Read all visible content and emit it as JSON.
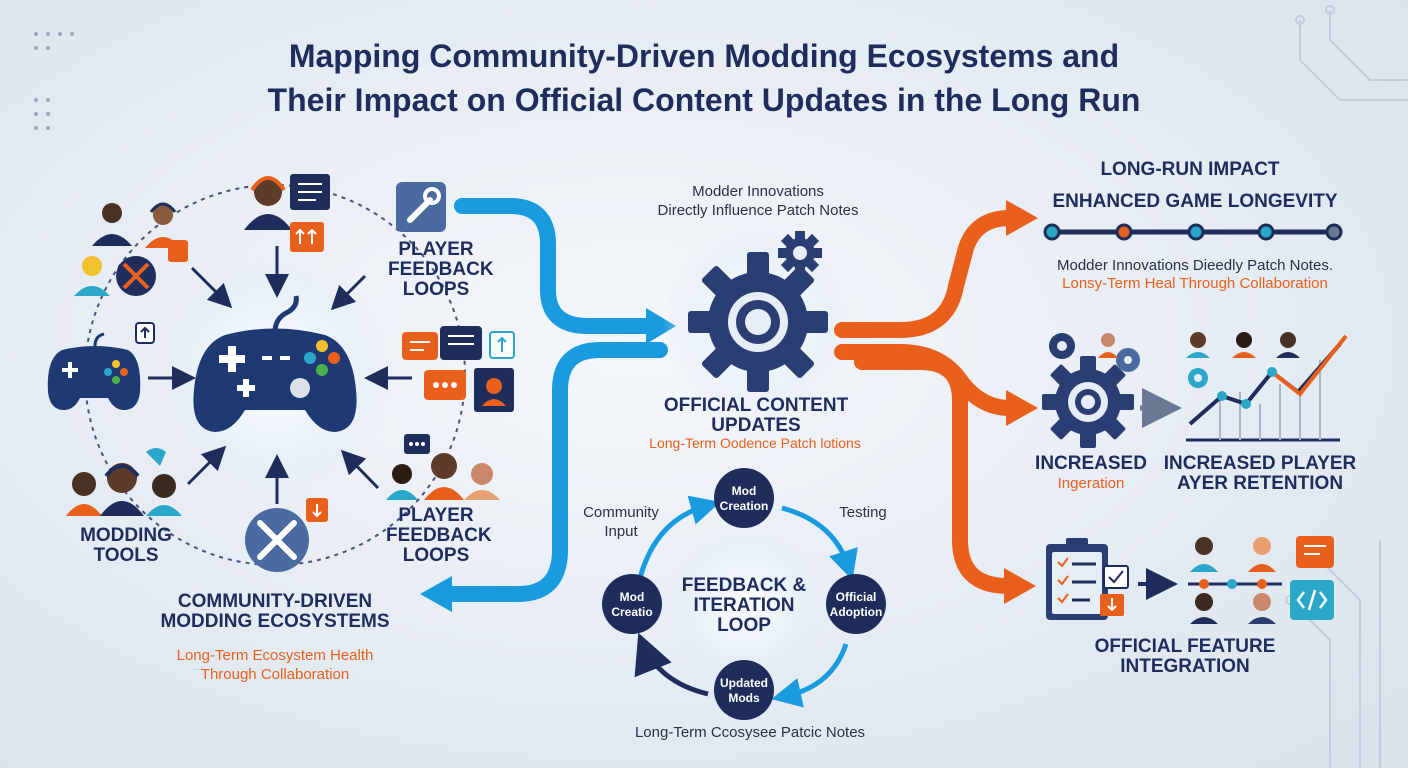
{
  "title_line1": "Mapping Community-Driven Modding Ecosystems and",
  "title_line2": "Their Impact on Official Content Updates in the Long Run",
  "left": {
    "feedback_top": [
      "PLAYER",
      "FEEDBACK",
      "LOOPS"
    ],
    "feedback_bottom": [
      "PLAYER",
      "FEEDBACK",
      "LOOPS"
    ],
    "modding_tools": [
      "MODDING",
      "TOOLS"
    ],
    "ecosystem_title": [
      "COMMUNITY-DRIVEN",
      "MODDING ECOSYSTEMS"
    ],
    "ecosystem_sub": [
      "Long-Term Ecosystem Health",
      "Through Collaboration"
    ]
  },
  "center": {
    "innovations": [
      "Modder Innovations",
      "Directly Influence Patch Notes"
    ],
    "official_title": [
      "OFFICIAL CONTENT",
      "UPDATES"
    ],
    "official_sub": "Long-Term Oodence Patch lotions",
    "loop_title": [
      "FEEDBACK &",
      "ITERATION",
      "LOOP"
    ],
    "community_input": [
      "Community",
      "Input"
    ],
    "testing": "Testing",
    "bottom_note": "Long-Term Ccosysee Patcic Notes",
    "nodes": {
      "top": [
        "Mod",
        "Creation"
      ],
      "left": [
        "Mod",
        "Creatio"
      ],
      "right": [
        "Official",
        "Adoption"
      ],
      "bottom": [
        "Updated",
        "Mods"
      ]
    }
  },
  "right": {
    "impact_title": "LONG-RUN IMPACT",
    "longevity": "ENHANCED GAME LONGEVITY",
    "longevity_note": "Modder Innovations Dieedly Patch Notes.",
    "longevity_sub": "Lonsy-Term Heal Through Collaboration",
    "integration_title": "INCREASED",
    "integration_sub": "Ingeration",
    "retention": [
      "INCREASED PLAYER",
      "AYER RETENTION"
    ],
    "feature": [
      "OFFICIAL FEATURE",
      "INTEGRATION"
    ]
  },
  "colors": {
    "navy": "#1f2d5c",
    "blue": "#1a9be0",
    "orange": "#e8601c",
    "teal": "#2aa7c9"
  }
}
